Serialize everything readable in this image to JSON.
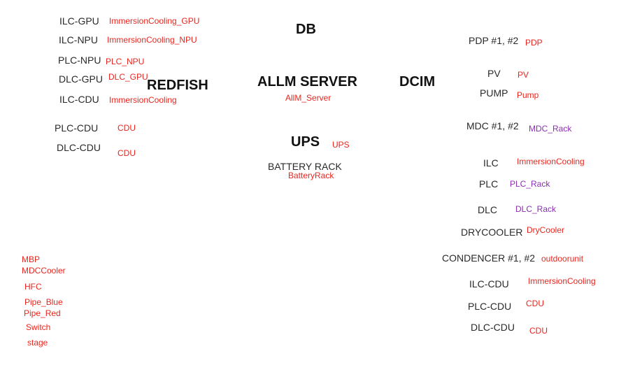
{
  "headings": {
    "redfish": "REDFISH",
    "db": "DB",
    "server": "ALLM SERVER",
    "dcim": "DCIM",
    "ups": "UPS"
  },
  "left": [
    {
      "label": "ILC-GPU",
      "tag": "ImmersionCooling_GPU"
    },
    {
      "label": "ILC-NPU",
      "tag": "ImmersionCooling_NPU"
    },
    {
      "label": "PLC-NPU",
      "tag": "PLC_NPU"
    },
    {
      "label": "DLC-GPU",
      "tag": "DLC_GPU"
    },
    {
      "label": "ILC-CDU",
      "tag": "ImmersionCooling"
    },
    {
      "label": "PLC-CDU",
      "tag": "CDU"
    },
    {
      "label": "DLC-CDU",
      "tag": "CDU"
    }
  ],
  "center": {
    "server_tag": "AllM_Server",
    "ups_tag": "UPS",
    "battery_label": "BATTERY RACK",
    "battery_tag": "BatteryRack"
  },
  "right": [
    {
      "label": "PDP #1, #2",
      "tag": "PDP"
    },
    {
      "label": "PV",
      "tag": "PV"
    },
    {
      "label": "PUMP",
      "tag": "Pump"
    },
    {
      "label": "MDC #1, #2",
      "tag": "MDC_Rack"
    },
    {
      "label": "ILC",
      "tag": "ImmersionCooling"
    },
    {
      "label": "PLC",
      "tag": "PLC_Rack"
    },
    {
      "label": "DLC",
      "tag": "DLC_Rack"
    },
    {
      "label": "DRYCOOLER",
      "tag": "DryCooler"
    },
    {
      "label": "CONDENCER #1, #2",
      "tag": "outdoorunit"
    },
    {
      "label": "ILC-CDU",
      "tag": "ImmersionCooling"
    },
    {
      "label": "PLC-CDU",
      "tag": "CDU"
    },
    {
      "label": "DLC-CDU",
      "tag": "CDU"
    }
  ],
  "bottom_left": [
    "MBP",
    "MDCCooler",
    "HFC",
    "Pipe_Blue",
    "Pipe_Red",
    "Switch",
    "stage"
  ],
  "colors": {
    "label": "#2a2a2a",
    "tag_red": "#e8261f",
    "tag_purple": "#8b2fb0",
    "heading": "#111111"
  }
}
